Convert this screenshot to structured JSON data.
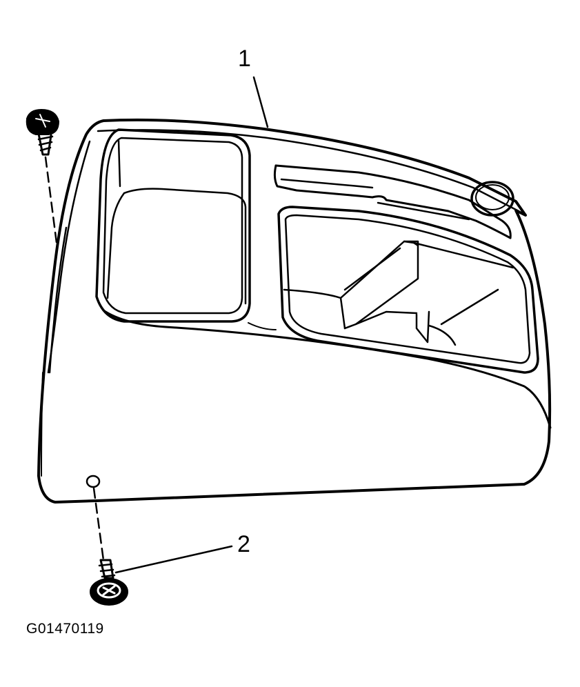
{
  "callouts": {
    "part_1": "1",
    "part_2": "2"
  },
  "figure_id": "G01470119",
  "parts": [
    {
      "number": "1",
      "icon": "console-cover-icon"
    },
    {
      "number": "2",
      "icon": "screw-icon"
    }
  ]
}
